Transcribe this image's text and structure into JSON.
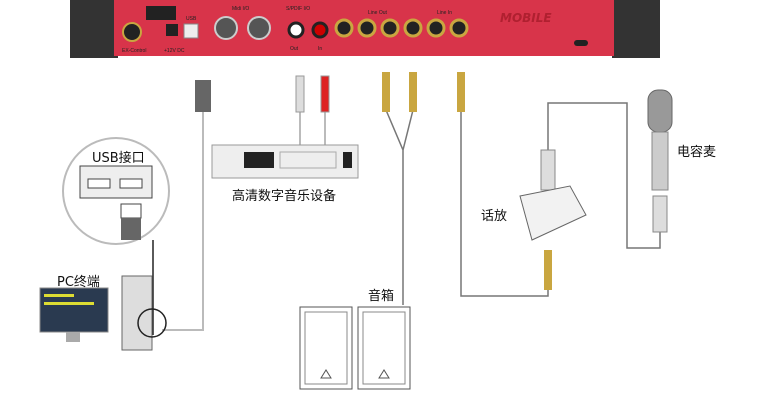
{
  "device": {
    "brand": "MOBILE",
    "ports": {
      "ex_control": "EX-Control",
      "power": "+12V DC",
      "usb": "USB",
      "midi": "Midi I/O",
      "spdif": "S/PDIF I/O",
      "line_out": "Line Out",
      "line_in": "Line In",
      "out": "Out",
      "in": "In"
    },
    "color": "#d8344a"
  },
  "labels": {
    "usb_port": "USB接口",
    "pc": "PC终端",
    "hd_music_device": "高清数字音乐设备",
    "speakers": "音箱",
    "preamp": "话放",
    "condenser_mic": "电容麦"
  }
}
